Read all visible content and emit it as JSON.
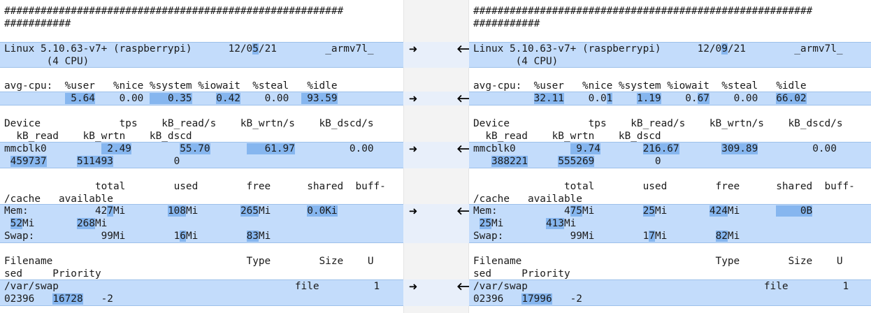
{
  "colors": {
    "background": "#ffffff",
    "changed_block": "#c3dcfb",
    "changed_text": "#86b6ef",
    "gutter": "#f3f3f3",
    "text": "#1a1a1a"
  },
  "gutter": {
    "merge_right_icon": "arrow-right",
    "merge_left_icon": "arrow-left",
    "arrow_right_glyph": "➜",
    "arrow_left_glyph": "🡐"
  },
  "left": {
    "lines": [
      [
        {
          "t": "########################################################"
        }
      ],
      [
        {
          "t": "###########"
        }
      ],
      [
        {
          "t": ""
        }
      ],
      [
        {
          "t": "Linux 5.10.63-v7+ (raspberrypi)      12/0"
        },
        {
          "t": "5",
          "h": true
        },
        {
          "t": "/21        _armv7l_"
        }
      ],
      [
        {
          "t": "       (4 CPU)"
        }
      ],
      [
        {
          "t": ""
        }
      ],
      [
        {
          "t": "avg-cpu:  %user   %nice %system %iowait  %steal   %idle"
        }
      ],
      [
        {
          "t": "          "
        },
        {
          "t": " 5.64",
          "h": true
        },
        {
          "t": "    0.00 "
        },
        {
          "t": "   0.35",
          "h": true
        },
        {
          "t": "    "
        },
        {
          "t": "0.42",
          "h": true
        },
        {
          "t": "    0.00  "
        },
        {
          "t": " 93.59",
          "h": true
        }
      ],
      [
        {
          "t": ""
        }
      ],
      [
        {
          "t": "Device             tps    kB_read/s    kB_wrtn/s    kB_dscd/s"
        }
      ],
      [
        {
          "t": "  kB_read    kB_wrtn    kB_dscd"
        }
      ],
      [
        {
          "t": "mmcblk0         "
        },
        {
          "t": " 2.49",
          "h": true
        },
        {
          "t": "        "
        },
        {
          "t": "55.70",
          "h": true
        },
        {
          "t": "      "
        },
        {
          "t": "   61.97",
          "h": true
        },
        {
          "t": "         0.00"
        }
      ],
      [
        {
          "t": " "
        },
        {
          "t": "459737",
          "h": true
        },
        {
          "t": "     "
        },
        {
          "t": "511493",
          "h": true
        },
        {
          "t": "          0"
        }
      ],
      [
        {
          "t": ""
        }
      ],
      [
        {
          "t": "               total        used        free      shared  buff-"
        }
      ],
      [
        {
          "t": "/cache   available"
        }
      ],
      [
        {
          "t": "Mem:           42"
        },
        {
          "t": "7",
          "h": true
        },
        {
          "t": "Mi       "
        },
        {
          "t": "108",
          "h": true
        },
        {
          "t": "Mi       "
        },
        {
          "t": "265",
          "h": true
        },
        {
          "t": "Mi      "
        },
        {
          "t": "0.0Ki",
          "h": true
        }
      ],
      [
        {
          "t": " "
        },
        {
          "t": "52",
          "h": true
        },
        {
          "t": "Mi       "
        },
        {
          "t": "268",
          "h": true
        },
        {
          "t": "Mi"
        }
      ],
      [
        {
          "t": "Swap:           99Mi        1"
        },
        {
          "t": "6",
          "h": true
        },
        {
          "t": "Mi        "
        },
        {
          "t": "83",
          "h": true
        },
        {
          "t": "Mi"
        }
      ],
      [
        {
          "t": ""
        }
      ],
      [
        {
          "t": "Filename                                Type        Size    U"
        }
      ],
      [
        {
          "t": "sed     Priority"
        }
      ],
      [
        {
          "t": "/var/swap                                       file         1"
        }
      ],
      [
        {
          "t": "02396   "
        },
        {
          "t": "16728",
          "h": true
        },
        {
          "t": "   -2"
        }
      ]
    ]
  },
  "right": {
    "lines": [
      [
        {
          "t": "########################################################"
        }
      ],
      [
        {
          "t": "###########"
        }
      ],
      [
        {
          "t": ""
        }
      ],
      [
        {
          "t": "Linux 5.10.63-v7+ (raspberrypi)      12/0"
        },
        {
          "t": "9",
          "h": true
        },
        {
          "t": "/21        _armv7l_"
        }
      ],
      [
        {
          "t": "       (4 CPU)"
        }
      ],
      [
        {
          "t": ""
        }
      ],
      [
        {
          "t": "avg-cpu:  %user   %nice %system %iowait  %steal   %idle"
        }
      ],
      [
        {
          "t": "          "
        },
        {
          "t": "32.11",
          "h": true
        },
        {
          "t": "    0.0"
        },
        {
          "t": "1",
          "h": true
        },
        {
          "t": "    "
        },
        {
          "t": "1.19",
          "h": true
        },
        {
          "t": "    0."
        },
        {
          "t": "67",
          "h": true
        },
        {
          "t": "    0.00   "
        },
        {
          "t": "66.02",
          "h": true
        }
      ],
      [
        {
          "t": ""
        }
      ],
      [
        {
          "t": "Device             tps    kB_read/s    kB_wrtn/s    kB_dscd/s"
        }
      ],
      [
        {
          "t": "  kB_read    kB_wrtn    kB_dscd"
        }
      ],
      [
        {
          "t": "mmcblk0         "
        },
        {
          "t": " 9.74",
          "h": true
        },
        {
          "t": "       "
        },
        {
          "t": "216.67",
          "h": true
        },
        {
          "t": "       "
        },
        {
          "t": "309.89",
          "h": true
        },
        {
          "t": "         0.00"
        }
      ],
      [
        {
          "t": "   "
        },
        {
          "t": "388221",
          "h": true
        },
        {
          "t": "     "
        },
        {
          "t": "555269",
          "h": true
        },
        {
          "t": "          0"
        }
      ],
      [
        {
          "t": ""
        }
      ],
      [
        {
          "t": "               total        used        free      shared  buff-"
        }
      ],
      [
        {
          "t": "/cache   available"
        }
      ],
      [
        {
          "t": "Mem:           4"
        },
        {
          "t": "75",
          "h": true
        },
        {
          "t": "Mi        "
        },
        {
          "t": "25",
          "h": true
        },
        {
          "t": "Mi       "
        },
        {
          "t": "424",
          "h": true
        },
        {
          "t": "Mi      "
        },
        {
          "t": "    0B",
          "h": true
        }
      ],
      [
        {
          "t": " "
        },
        {
          "t": "25",
          "h": true
        },
        {
          "t": "Mi       "
        },
        {
          "t": "413",
          "h": true
        },
        {
          "t": "Mi"
        }
      ],
      [
        {
          "t": "Swap:           99Mi        1"
        },
        {
          "t": "7",
          "h": true
        },
        {
          "t": "Mi        "
        },
        {
          "t": "82",
          "h": true
        },
        {
          "t": "Mi"
        }
      ],
      [
        {
          "t": ""
        }
      ],
      [
        {
          "t": "Filename                                Type        Size    U"
        }
      ],
      [
        {
          "t": "sed     Priority"
        }
      ],
      [
        {
          "t": "/var/swap                                       file         1"
        }
      ],
      [
        {
          "t": "02396   "
        },
        {
          "t": "17996",
          "h": true
        },
        {
          "t": "   -2"
        }
      ]
    ]
  }
}
